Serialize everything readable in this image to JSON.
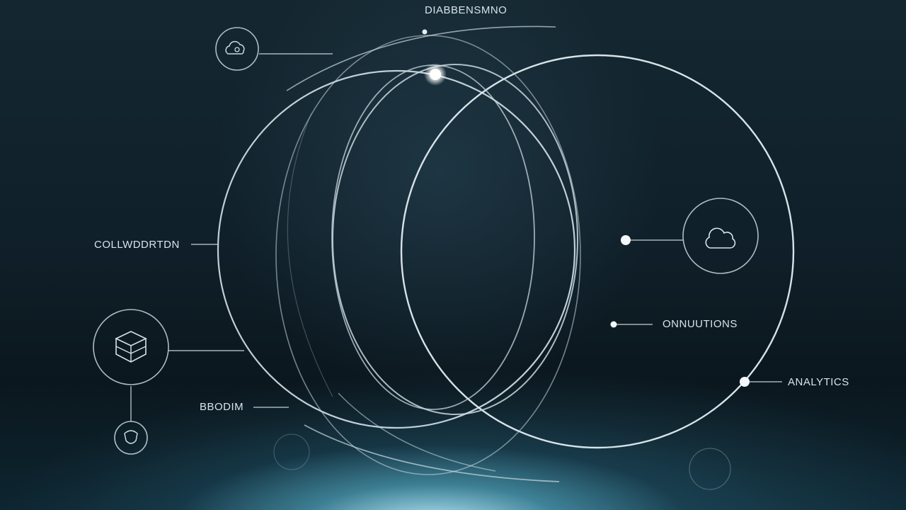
{
  "labels": {
    "top": "DIABBENSMNO",
    "left": "COLLWDDRTDN",
    "right_mid": "ONNUUTIONS",
    "right_low": "ANALYTICS",
    "bottom_left": "BBODIM"
  },
  "icons": {
    "top_left": "cloud-gear-icon",
    "left": "cube-stack-icon",
    "bottom_left": "shield-icon",
    "right": "cloud-icon"
  },
  "colors": {
    "background": "#0d1a22",
    "line": "#dbe7ee",
    "glow": "#bff0ff"
  }
}
